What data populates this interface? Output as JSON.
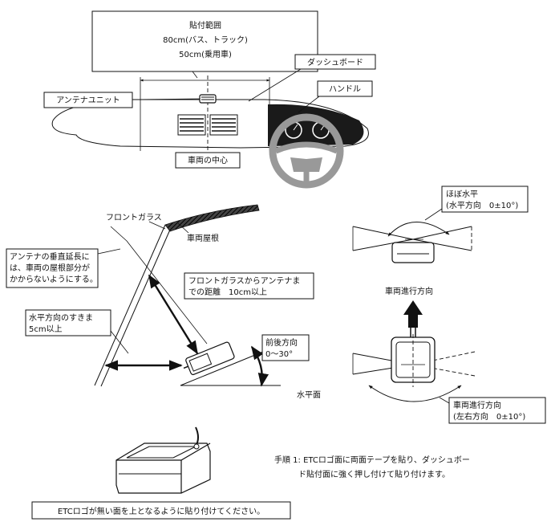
{
  "labels": {
    "range_title": "貼付範囲",
    "range_bus": "80cm(バス、トラック)",
    "range_car": "50cm(乗用車)",
    "dashboard": "ダッシュボード",
    "antenna_unit": "アンテナユニット",
    "handle": "ハンドル",
    "vehicle_center": "車両の中心",
    "front_glass": "フロントガラス",
    "roof": "車両屋根",
    "vertical_ext_1": "アンテナの垂直延長に",
    "vertical_ext_2": "は、車両の屋根部分が",
    "vertical_ext_3": "かからないようにする。",
    "glass_dist_1": "フロントガラスからアンテナま",
    "glass_dist_2": "での距離　10cm以上",
    "horiz_gap_1": "水平方向のすきま",
    "horiz_gap_2": "5cm以上",
    "tilt_1": "前後方向",
    "tilt_2": "0～30°",
    "horizontal_plane": "水平面",
    "nearly_level_1": "ほぼ水平",
    "nearly_level_2": "(水平方向　0±10°)",
    "travel_dir": "車両進行方向",
    "travel_dir_2": "車両進行方向",
    "lr_dir": "(左右方向　0±10°)",
    "step_1a": "手順 1:  ETCロゴ面に両面テープを貼り、ダッシュボー",
    "step_1b": "ド貼付面に強く押し付けて貼り付けます。",
    "notice": "ETCロゴが無い面を上となるように貼り付けてください。"
  },
  "colors": {
    "line": "#111111",
    "wheel": "#999999",
    "dashboard_dark": "#1a1a1a",
    "roof_hatch": "#333333"
  },
  "icons": [
    "steering-wheel-icon",
    "arrow-up-icon",
    "antenna-unit-icon"
  ]
}
